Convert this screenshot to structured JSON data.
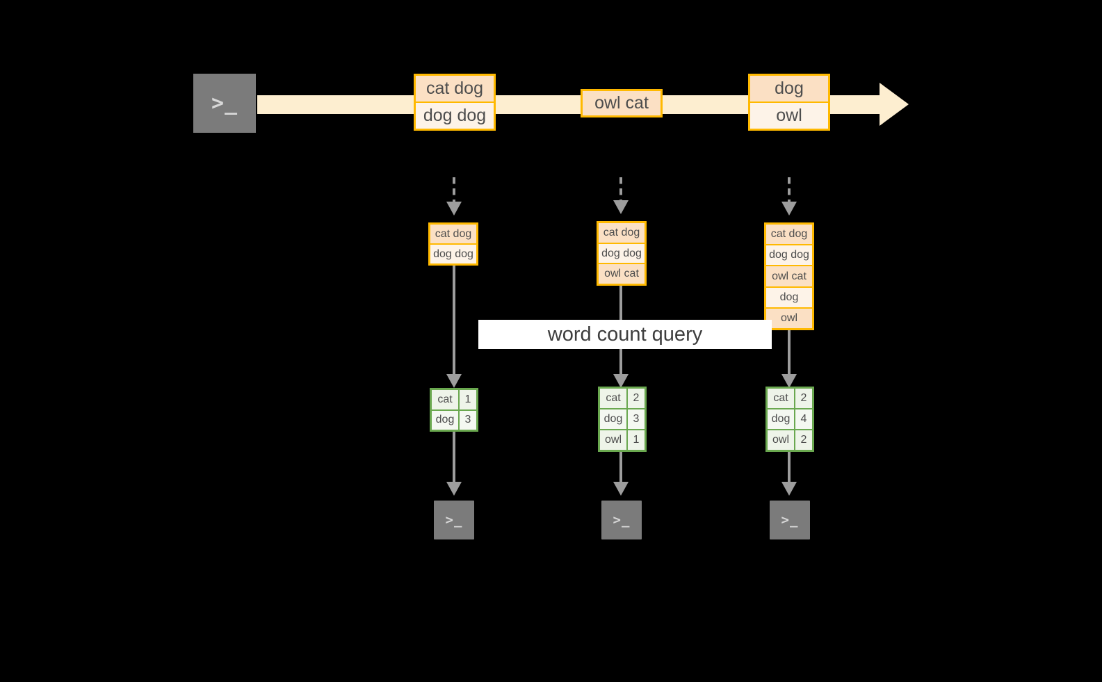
{
  "diagram": {
    "title_banner": "word count query",
    "colors": {
      "background": "#000000",
      "stream_fill": "#fdeed0",
      "record_border": "#ffb900",
      "record_fill_dark": "#fbe0c4",
      "record_fill_light": "#fdf3e8",
      "table_border": "#6aa84f",
      "table_fill_dark": "#eef4e9",
      "table_fill_light": "#f4f8f1",
      "connector": "#9d9d9d",
      "terminal_fill": "#7b7b7b",
      "text": "#4d4d4d"
    },
    "source_terminal": {
      "glyph": ">_"
    },
    "stream": {
      "groups": [
        {
          "rows": [
            "cat dog",
            "dog dog"
          ]
        },
        {
          "rows": [
            "owl cat"
          ]
        },
        {
          "rows": [
            "dog",
            "owl"
          ]
        }
      ]
    },
    "snapshots": [
      {
        "rows": [
          "cat dog",
          "dog dog"
        ]
      },
      {
        "rows": [
          "cat dog",
          "dog dog",
          "owl cat"
        ]
      },
      {
        "rows": [
          "cat dog",
          "dog dog",
          "owl cat",
          "dog",
          "owl"
        ]
      }
    ],
    "results": [
      {
        "rows": [
          {
            "word": "cat",
            "count": "1"
          },
          {
            "word": "dog",
            "count": "3"
          }
        ]
      },
      {
        "rows": [
          {
            "word": "cat",
            "count": "2"
          },
          {
            "word": "dog",
            "count": "3"
          },
          {
            "word": "owl",
            "count": "1"
          }
        ]
      },
      {
        "rows": [
          {
            "word": "cat",
            "count": "2"
          },
          {
            "word": "dog",
            "count": "4"
          },
          {
            "word": "owl",
            "count": "2"
          }
        ]
      }
    ],
    "sink_terminals": [
      {
        "glyph": ">_"
      },
      {
        "glyph": ">_"
      },
      {
        "glyph": ">_"
      }
    ]
  }
}
